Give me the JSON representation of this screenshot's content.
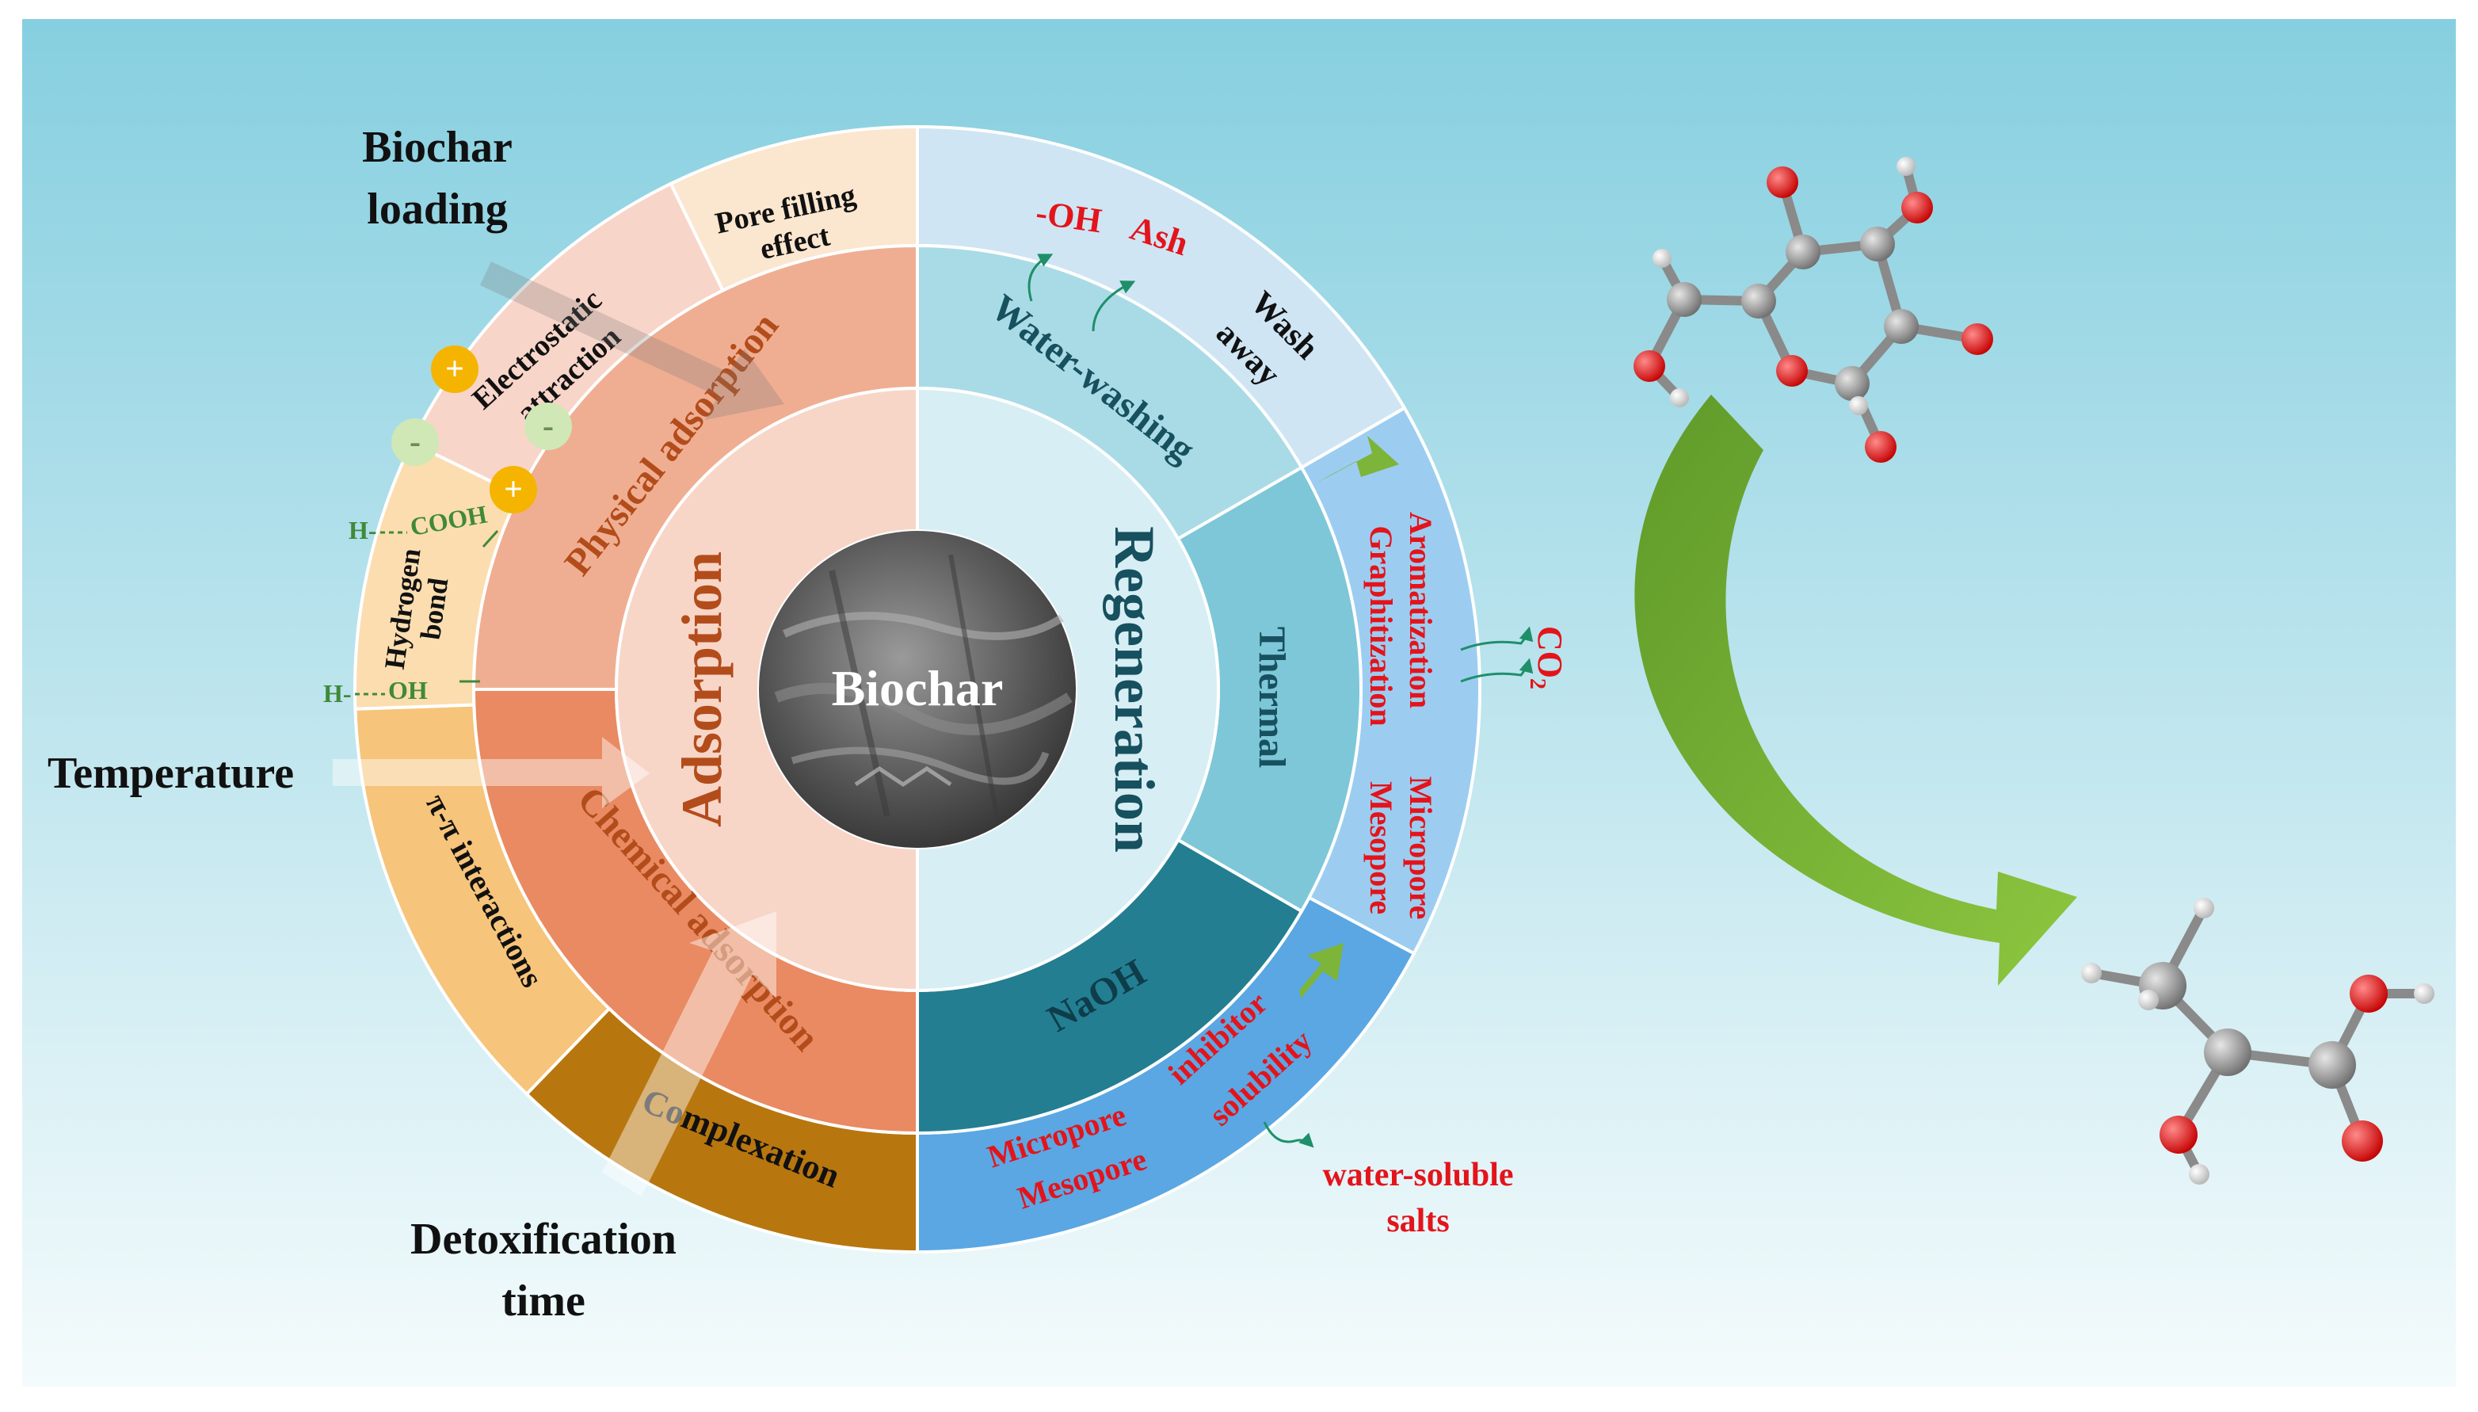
{
  "center": {
    "label": "Biochar"
  },
  "left_half": {
    "title": "Adsorption",
    "middle_ring": [
      "Physical adsorption",
      "Chemical adsorption"
    ],
    "outer_ring": [
      "Pore filling",
      "effect",
      "Electrostatic",
      "attraction",
      "Hydrogen",
      "bond",
      "π-π interactions",
      "Complexation"
    ],
    "bond_labels": [
      "H-",
      "COOH",
      "H-",
      "OH"
    ],
    "charge_labels": {
      "plus": "+",
      "minus": "-"
    }
  },
  "right_half": {
    "title": "Regeneration",
    "middle_ring": [
      "Water-washing",
      "Thermal",
      "NaOH"
    ],
    "outer_ring_water": {
      "items": [
        "-OH",
        "Ash"
      ],
      "wash": [
        "Wash",
        "away"
      ]
    },
    "outer_ring_thermal": [
      "Aromatization",
      "Graphitization",
      "Micropore",
      "Mesopore"
    ],
    "outer_ring_naoh": [
      "Micropore",
      "Mesopore",
      "inhibitor",
      "solubility"
    ],
    "thermal_output": {
      "main": "CO",
      "subscript": "2"
    },
    "naoh_output": [
      "water-soluble",
      "salts"
    ]
  },
  "factors": {
    "loading": [
      "Biochar",
      "loading"
    ],
    "temperature": "Temperature",
    "time": [
      "Detoxification",
      "time"
    ]
  },
  "colors": {
    "bg_top": "#86cfe0",
    "bg_bottom": "#f4fbfc",
    "adsorption_core": "#f7d6c8",
    "physical": "#efae92",
    "chemical": "#e98a62",
    "pore_filling": "#fbe6cf",
    "electrostatic": "#f8d5c9",
    "hbond": "#fbddb0",
    "pipi": "#f6c47a",
    "complexation": "#b8760f",
    "regen_core": "#d7eef4",
    "water_mid": "#a9dbe6",
    "thermal_mid": "#7ec7d8",
    "naoh_mid": "#237e92",
    "water_outer": "#cfe5f4",
    "thermal_outer": "#9ccdf1",
    "naoh_outer": "#5aa7e3",
    "text_red": "#e3141b",
    "text_teal": "#17505e",
    "text_brown": "#b34c1b",
    "arrow_green": "#7db43a"
  }
}
